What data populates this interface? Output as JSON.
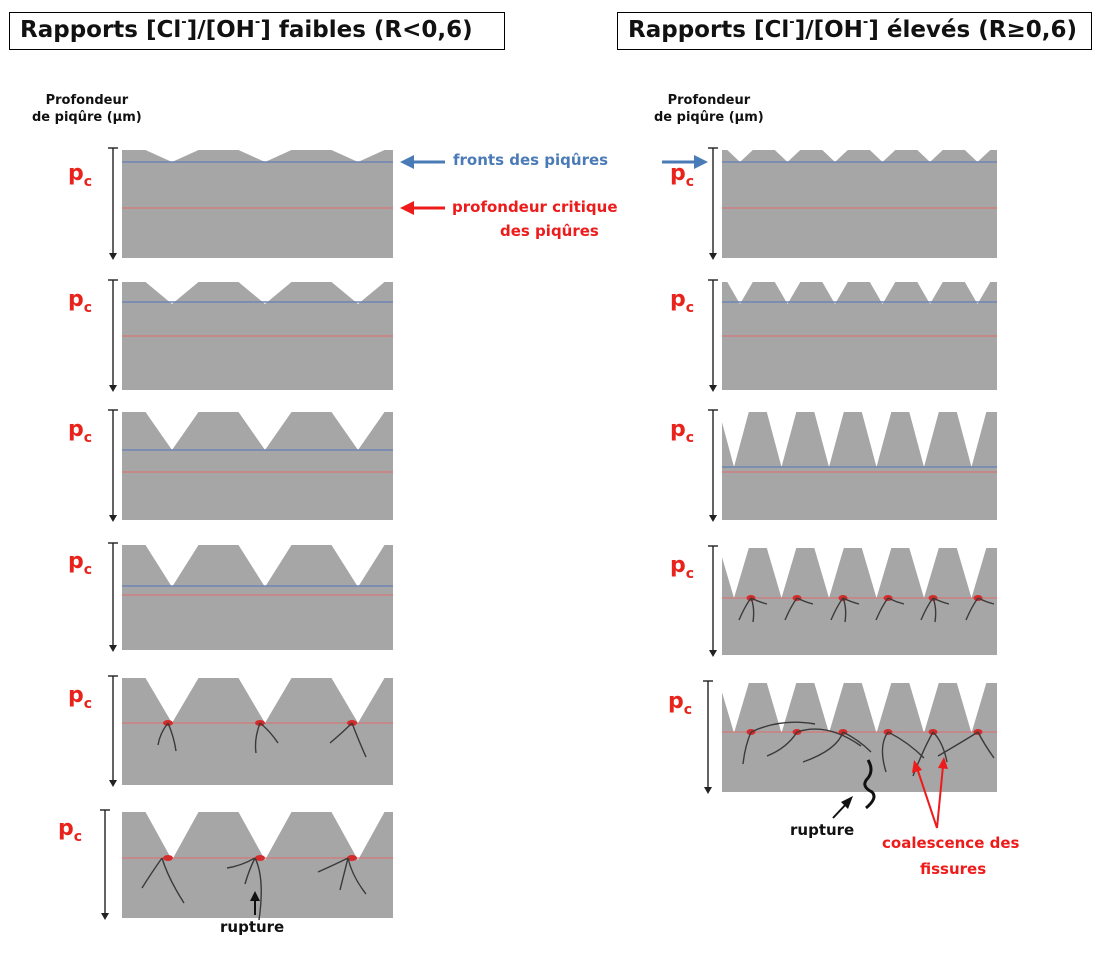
{
  "left_title": {
    "prefix": "Rapports [Cl",
    "sup1": "-",
    "middle": "]/[OH",
    "sup2": "-",
    "suffix": "] faibles (R<0,6)"
  },
  "right_title": {
    "prefix": "Rapports [Cl",
    "sup1": "-",
    "middle": "]/[OH",
    "sup2": "-",
    "suffix": "] élevés (R≥0,6)"
  },
  "depth_axis_label": {
    "line1": "Profondeur",
    "line2": "de piqûre (µm)"
  },
  "pc_label": {
    "p": "p",
    "sub": "c"
  },
  "annotations": {
    "pit_fronts": "fronts des piqûres",
    "critical_depth_line1": "profondeur critique",
    "critical_depth_line2": "des piqûres",
    "rupture": "rupture",
    "coalescence_line1": "coalescence des",
    "coalescence_line2": "fissures"
  },
  "colors": {
    "metal": "#a6a6a6",
    "pit_front_line": "#6d86b3",
    "critical_line": "#e06a6a",
    "red_text": "#ee1b1b",
    "blue_text": "#4a7bb7"
  }
}
